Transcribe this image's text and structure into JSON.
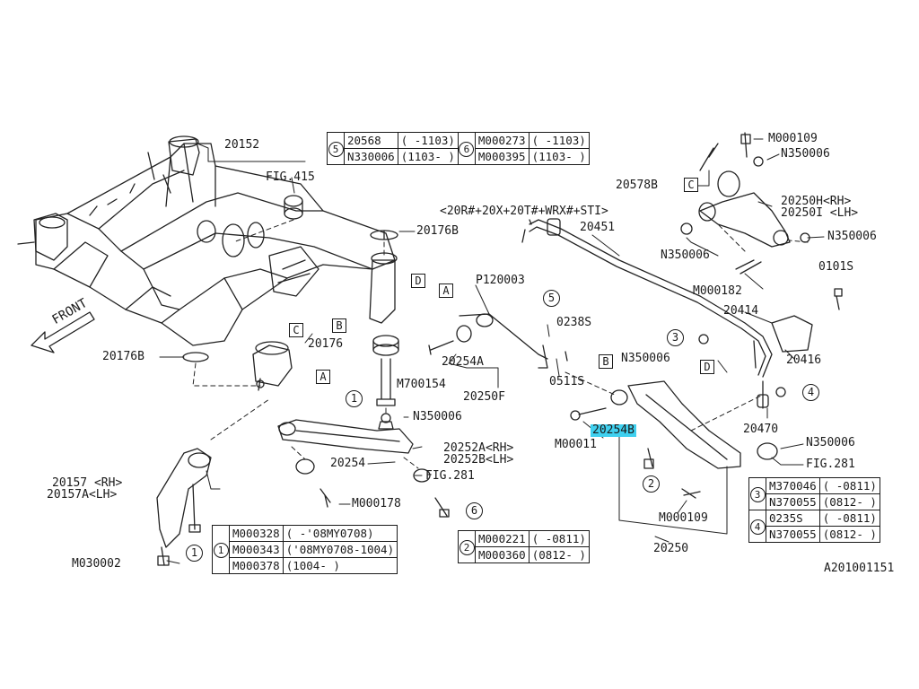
{
  "diagram_id": "A201001151",
  "front_label": "FRONT",
  "model_note": "<20R#+20X+20T#+WRX#+STI>",
  "labels": {
    "p20152": "20152",
    "fig415": "FIG.415",
    "p20176B_top": "20176B",
    "p20176B_left": "20176B",
    "p20176": "20176",
    "p20157": "20157 <RH>",
    "p20157A": "20157A<LH>",
    "m030002": "M030002",
    "p120003": "P120003",
    "p20254A": "20254A",
    "m700154": "M700154",
    "p20250F": "20250F",
    "p0238s": "0238S",
    "p0511s": "0511S",
    "n350006_mid": "N350006",
    "p20252A": "20252A<RH>",
    "p20252B": "20252B<LH>",
    "p20254": "20254",
    "fig281_left": "FIG.281",
    "m000178": "M000178",
    "p20451": "20451",
    "p20578B": "20578B",
    "m000109_top": "M000109",
    "n350006_tr": "N350006",
    "p20250H": "20250H<RH>",
    "p20250I": "20250I <LH>",
    "n350006_r": "N350006",
    "n350006_l": "N350006",
    "m000182": "M000182",
    "p0101s": "0101S",
    "p20414": "20414",
    "p20416": "20416",
    "n350006_b": "N350006",
    "m000011": "M00011",
    "p20254B": "20254B",
    "p20470": "20470",
    "n350006_br": "N350006",
    "fig281_right": "FIG.281",
    "m000109_bot": "M000109",
    "p20250": "20250"
  },
  "ref_boxes": {
    "A": "A",
    "B": "B",
    "C": "C",
    "D": "D"
  },
  "callouts": {
    "c1": "1",
    "c2": "2",
    "c3": "3",
    "c4": "4",
    "c5": "5",
    "c6": "6"
  },
  "tables": {
    "t56": {
      "rows": [
        {
          "num": "5",
          "part": "20568",
          "range": "( -1103)",
          "num2": "6",
          "part2": "M000273",
          "range2": "( -1103)"
        },
        {
          "num": "",
          "part": "N330006",
          "range": "(1103- )",
          "num2": "",
          "part2": "M000395",
          "range2": "(1103- )"
        }
      ]
    },
    "t1": {
      "num": "1",
      "rows": [
        {
          "part": "M000328",
          "range": "( -'08MY0708)"
        },
        {
          "part": "M000343",
          "range": "('08MY0708-1004)"
        },
        {
          "part": "M000378",
          "range": "(1004-  )"
        }
      ]
    },
    "t2": {
      "num": "2",
      "rows": [
        {
          "part": "M000221",
          "range": "( -0811)"
        },
        {
          "part": "M000360",
          "range": "(0812- )"
        }
      ]
    },
    "t34": {
      "rows": [
        {
          "num": "3",
          "part": "M370046",
          "range": "( -0811)"
        },
        {
          "num": "",
          "part": "N370055",
          "range": "(0812- )"
        },
        {
          "num": "4",
          "part": "0235S",
          "range": "( -0811)"
        },
        {
          "num": "",
          "part": "N370055",
          "range": "(0812- )"
        }
      ]
    }
  }
}
